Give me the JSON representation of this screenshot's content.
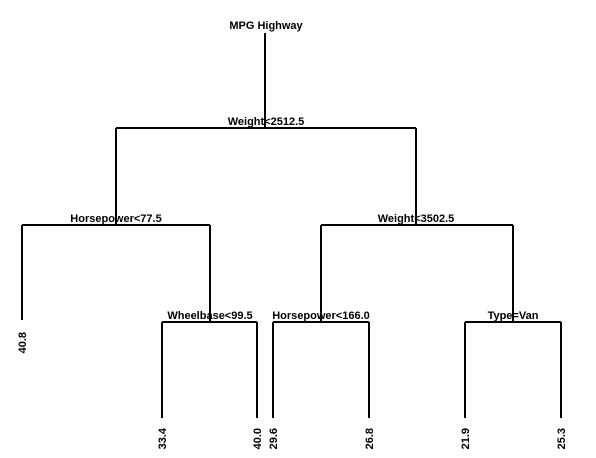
{
  "tree": {
    "root_label": "MPG Highway",
    "nodes": {
      "n1": "Weight<2512.5",
      "n2": "Horsepower<77.5",
      "n3": "Weight<3502.5",
      "n4": "Wheelbase<99.5",
      "n5": "Horsepower<166.0",
      "n6": "Type=Van"
    },
    "leaves": {
      "l1": "40.8",
      "l2": "33.4",
      "l3": "40.0",
      "l4": "29.6",
      "l5": "26.8",
      "l6": "21.9",
      "l7": "25.3"
    },
    "colors": {
      "line": "#000000",
      "text": "#000000",
      "background": "#ffffff"
    }
  }
}
